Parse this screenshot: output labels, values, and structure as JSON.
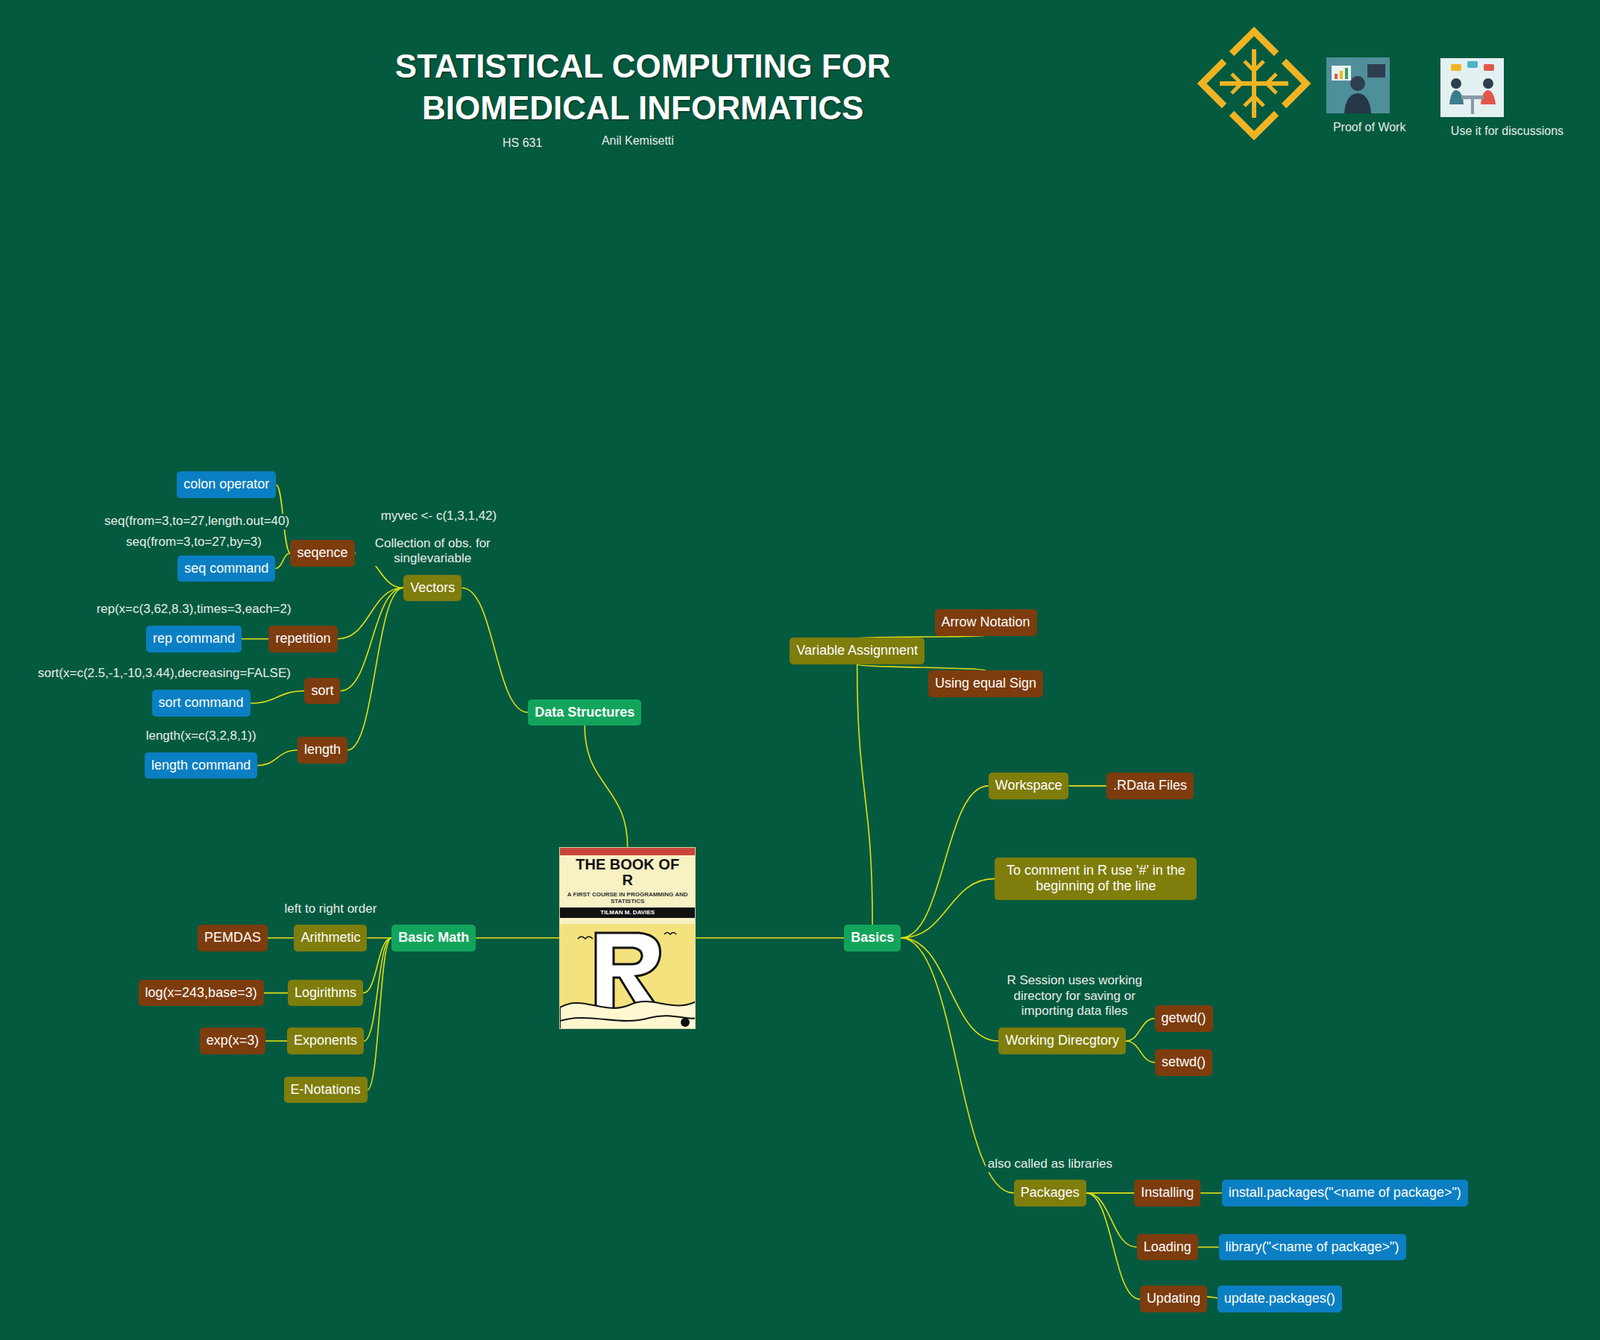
{
  "diagram": {
    "title": "STATISTICAL COMPUTING FOR BIOMEDICAL INFORMATICS",
    "nodes": [
      {
        "text": [
          "colon operator"
        ]
      },
      {
        "text": [
          "seqence"
        ]
      },
      {
        "text": [
          "seq command"
        ]
      },
      {
        "text": [
          "Vectors"
        ]
      },
      {
        "text": [
          "Arrow Notation"
        ]
      },
      {
        "text": [
          "rep command"
        ]
      },
      {
        "text": [
          "repetition"
        ]
      },
      {
        "text": [
          "Variable Assignment"
        ]
      },
      {
        "text": [
          "Using equal Sign"
        ]
      },
      {
        "text": [
          "sort"
        ]
      },
      {
        "text": [
          "sort command"
        ]
      },
      {
        "text": [
          "Data Structures"
        ]
      },
      {
        "text": [
          "length"
        ]
      },
      {
        "text": [
          "length command"
        ]
      },
      {
        "text": [
          "Workspace"
        ]
      },
      {
        "text": [
          ".RData Files"
        ]
      },
      {
        "text": [
          "THE BOOK OF R",
          "A FIRST COURSE IN PROGRAMMING AND STATISTICS",
          "TILMAN M. DAVIES"
        ]
      },
      {
        "text": [
          "To comment in R use '#' in the beginning of the line"
        ]
      },
      {
        "text": [
          "PEMDAS"
        ]
      },
      {
        "text": [
          "Arithmetic"
        ]
      },
      {
        "text": [
          "Basic Math"
        ]
      },
      {
        "text": [
          "Basics"
        ]
      },
      {
        "text": [
          "log(x=243,base=3)"
        ]
      },
      {
        "text": [
          "Logirithms"
        ]
      },
      {
        "text": [
          "getwd()"
        ]
      },
      {
        "text": [
          "exp(x=3)"
        ]
      },
      {
        "text": [
          "Exponents"
        ]
      },
      {
        "text": [
          "Working Direcgtory"
        ]
      },
      {
        "text": [
          "setwd()"
        ]
      },
      {
        "text": [
          "E-Notations"
        ]
      },
      {
        "text": [
          "Packages"
        ]
      },
      {
        "text": [
          "Installing"
        ]
      },
      {
        "text": [
          "install.packages(\"<name of package>\")"
        ]
      },
      {
        "text": [
          "Loading"
        ]
      },
      {
        "text": [
          "library(\"<name of package>\")"
        ]
      },
      {
        "text": [
          "Updating"
        ]
      },
      {
        "text": [
          "update.packages()"
        ]
      }
    ],
    "edges": [
      {
        "from": 16,
        "to": 11,
        "arrow": "none"
      },
      {
        "from": 11,
        "to": 3,
        "arrow": "none"
      },
      {
        "from": 3,
        "to": 1,
        "arrow": "none"
      },
      {
        "from": 3,
        "to": 6,
        "arrow": "none"
      },
      {
        "from": 3,
        "to": 9,
        "arrow": "none"
      },
      {
        "from": 3,
        "to": 12,
        "arrow": "none"
      },
      {
        "from": 1,
        "to": 0,
        "arrow": "none"
      },
      {
        "from": 1,
        "to": 2,
        "arrow": "none"
      },
      {
        "from": 6,
        "to": 5,
        "arrow": "none"
      },
      {
        "from": 9,
        "to": 10,
        "arrow": "none"
      },
      {
        "from": 12,
        "to": 13,
        "arrow": "none"
      },
      {
        "from": 16,
        "to": 20,
        "arrow": "none"
      },
      {
        "from": 20,
        "to": 19,
        "arrow": "none"
      },
      {
        "from": 20,
        "to": 23,
        "arrow": "none"
      },
      {
        "from": 20,
        "to": 26,
        "arrow": "none"
      },
      {
        "from": 20,
        "to": 29,
        "arrow": "none"
      },
      {
        "from": 19,
        "to": 18,
        "arrow": "none"
      },
      {
        "from": 23,
        "to": 22,
        "arrow": "none"
      },
      {
        "from": 26,
        "to": 25,
        "arrow": "none"
      },
      {
        "from": 16,
        "to": 21,
        "arrow": "none"
      },
      {
        "from": 21,
        "to": 7,
        "arrow": "none"
      },
      {
        "from": 21,
        "to": 14,
        "arrow": "none"
      },
      {
        "from": 21,
        "to": 17,
        "arrow": "none"
      },
      {
        "from": 21,
        "to": 27,
        "arrow": "none"
      },
      {
        "from": 21,
        "to": 30,
        "arrow": "none"
      },
      {
        "from": 7,
        "to": 4,
        "arrow": "none"
      },
      {
        "from": 7,
        "to": 8,
        "arrow": "none"
      },
      {
        "from": 14,
        "to": 15,
        "arrow": "none"
      },
      {
        "from": 27,
        "to": 24,
        "arrow": "none"
      },
      {
        "from": 27,
        "to": 28,
        "arrow": "none"
      },
      {
        "from": 30,
        "to": 31,
        "arrow": "none"
      },
      {
        "from": 30,
        "to": 33,
        "arrow": "none"
      },
      {
        "from": 30,
        "to": 35,
        "arrow": "none"
      },
      {
        "from": 31,
        "to": 32,
        "arrow": "none"
      },
      {
        "from": 33,
        "to": 34,
        "arrow": "none"
      },
      {
        "from": 35,
        "to": 36,
        "arrow": "none"
      }
    ],
    "labels": [
      "HS 631",
      "Anil Kemisetti",
      "Proof of Work",
      "Use it for discussions",
      "myvec <- c(1,3,1,42)",
      "Collection of obs. for singlevariable",
      "seq(from=3,to=27,length.out=40)",
      "seq(from=3,to=27,by=3)",
      "rep(x=c(3,62,8.3),times=3,each=2)",
      "sort(x=c(2.5,-1,-10,3.44),decreasing=FALSE)",
      "length(x=c(3,2,8,1))",
      "left to right order",
      "R Session uses working directory for saving or importing data files",
      "also called as libraries"
    ]
  }
}
